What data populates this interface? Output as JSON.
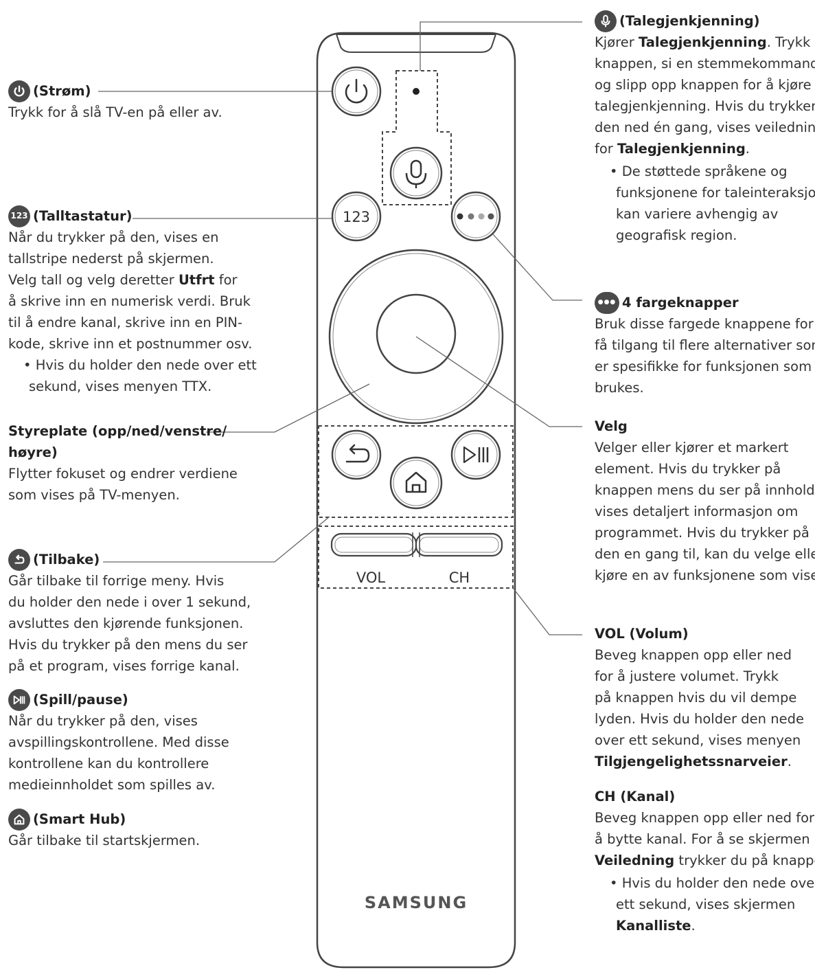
{
  "brand": "SAMSUNG",
  "remote": {
    "numpad_label": "123",
    "vol_label": "VOL",
    "ch_label": "CH"
  },
  "power": {
    "title": "(Strøm)",
    "lines": [
      "Trykk for å slå TV-en på eller av."
    ]
  },
  "numpad": {
    "icon_text": "123",
    "title": "(Talltastatur)",
    "l1": "Når du trykker på den, vises en",
    "l2": "tallstripe nederst på skjermen.",
    "l3a": "Velg tall og velg deretter ",
    "l3b": "Utfrt",
    "l3c": " for",
    "l4": "å skrive inn en numerisk verdi. Bruk",
    "l5": "til å endre kanal, skrive inn en PIN-",
    "l6": "kode, skrive inn et postnummer osv.",
    "b1": "•    Hvis du holder den nede over ett",
    "b2": "sekund, vises menyen TTX."
  },
  "touchpad": {
    "title1": "Styreplate (opp/ned/venstre/",
    "title2": "høyre)",
    "l1": "Flytter fokuset og endrer verdiene",
    "l2": "som vises på TV-menyen."
  },
  "back": {
    "title": "(Tilbake)",
    "lines": [
      "Går tilbake til forrige meny. Hvis",
      "du holder den nede i over 1 sekund,",
      "avsluttes den kjørende funksjonen.",
      "Hvis du trykker på den mens du ser",
      "på et program, vises forrige kanal."
    ]
  },
  "playpause": {
    "title": "(Spill/pause)",
    "lines": [
      "Når du trykker på den, vises",
      "avspillingskontrollene. Med disse",
      "kontrollene kan du kontrollere",
      "medieinnholdet som spilles av."
    ]
  },
  "smarthub": {
    "title": "(Smart Hub)",
    "lines": [
      "Går tilbake til startskjermen."
    ]
  },
  "voice": {
    "title": "(Talegjenkjenning)",
    "l1a": "Kjører ",
    "l1b": "Talegjenkjenning",
    "l1c": ". Trykk på",
    "l2": "knappen, si en stemmekommando",
    "l3": "og slipp opp knappen for å kjøre",
    "l4": "talegjenkjenning. Hvis du trykker",
    "l5": "den ned én gang, vises veiledningen",
    "l6a": "for ",
    "l6b": "Talegjenkjenning",
    "l6c": ".",
    "b1": "•    De støttede språkene og",
    "b2": "funksjonene for taleinteraksjon,",
    "b3": "kan variere avhengig av",
    "b4": "geografisk region."
  },
  "colorbuttons": {
    "title": "4 fargeknapper",
    "lines": [
      "Bruk disse fargede knappene for å",
      "få tilgang til flere alternativer som",
      "er spesifikke for funksjonen som",
      "brukes."
    ]
  },
  "select": {
    "title": "Velg",
    "lines": [
      "Velger eller kjører et markert",
      "element. Hvis du trykker på",
      "knappen mens du ser på innhold,",
      "vises detaljert informasjon om",
      "programmet. Hvis du trykker på",
      "den en gang til, kan du velge eller",
      "kjøre en av funksjonene som vises."
    ]
  },
  "volume": {
    "title": "VOL (Volum)",
    "l1": "Beveg knappen opp eller ned",
    "l2": "for å justere volumet. Trykk",
    "l3": "på knappen hvis du vil dempe",
    "l4": "lyden. Hvis du holder den nede",
    "l5": "over ett sekund, vises menyen",
    "l6a": "Tilgjengelighetssnarveier",
    "l6b": "."
  },
  "channel": {
    "title": "CH (Kanal)",
    "l1": "Beveg knappen opp eller ned for",
    "l2": "å bytte kanal. For å se skjermen",
    "l3a": "Veiledning",
    "l3b": " trykker du på knappen.",
    "b1": "•    Hvis du holder den nede over",
    "b2": "ett sekund, vises skjermen",
    "b3a": "Kanalliste",
    "b3b": "."
  }
}
